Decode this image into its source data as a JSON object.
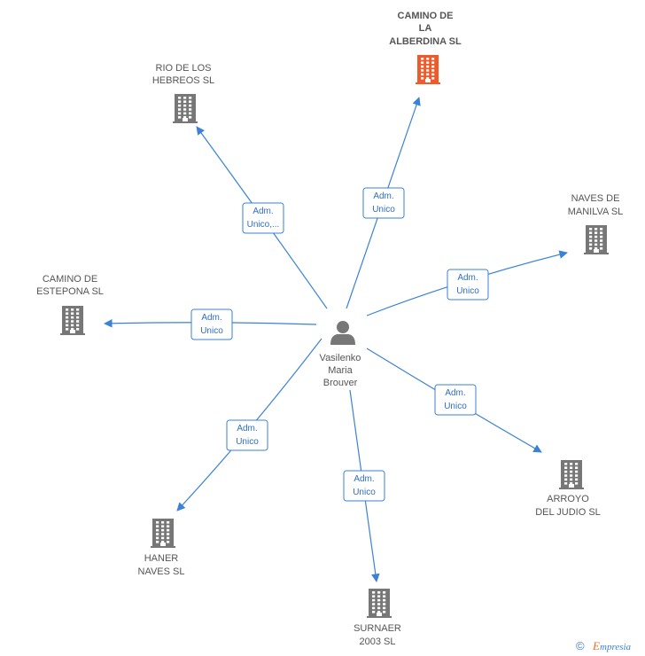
{
  "center_person": {
    "name_lines": [
      "Vasilenko",
      "Maria",
      "Brouver"
    ],
    "icon": "person-icon"
  },
  "companies": [
    {
      "id": "camino-de-la-alberdina",
      "name_lines": [
        "CAMINO DE",
        "LA",
        "ALBERDINA SL"
      ],
      "highlight": true,
      "color": "#f05a28",
      "edge_label": [
        "Adm.",
        "Unico"
      ]
    },
    {
      "id": "rio-de-los-hebreos",
      "name_lines": [
        "RIO DE LOS",
        "HEBREOS SL"
      ],
      "highlight": false,
      "color": "#777777",
      "edge_label": [
        "Adm.",
        "Unico,..."
      ]
    },
    {
      "id": "naves-de-manilva",
      "name_lines": [
        "NAVES DE",
        "MANILVA SL"
      ],
      "highlight": false,
      "color": "#777777",
      "edge_label": [
        "Adm.",
        "Unico"
      ]
    },
    {
      "id": "camino-de-estepona",
      "name_lines": [
        "CAMINO DE",
        "ESTEPONA SL"
      ],
      "highlight": false,
      "color": "#777777",
      "edge_label": [
        "Adm.",
        "Unico"
      ]
    },
    {
      "id": "arroyo-del-judio",
      "name_lines": [
        "ARROYO",
        "DEL JUDIO SL"
      ],
      "highlight": false,
      "color": "#777777",
      "edge_label": [
        "Adm.",
        "Unico"
      ]
    },
    {
      "id": "haner-naves",
      "name_lines": [
        "HANER",
        "NAVES SL"
      ],
      "highlight": false,
      "color": "#777777",
      "edge_label": [
        "Adm.",
        "Unico"
      ]
    },
    {
      "id": "surnaer-2003",
      "name_lines": [
        "SURNAER",
        "2003 SL"
      ],
      "highlight": false,
      "color": "#777777",
      "edge_label": [
        "Adm.",
        "Unico"
      ]
    }
  ],
  "colors": {
    "edge": "#3b82d6",
    "building": "#777777",
    "building_highlight": "#f05a28",
    "person": "#777777"
  },
  "watermark": {
    "copyright": "©",
    "brand_initial": "E",
    "brand_rest": "mpresia"
  }
}
